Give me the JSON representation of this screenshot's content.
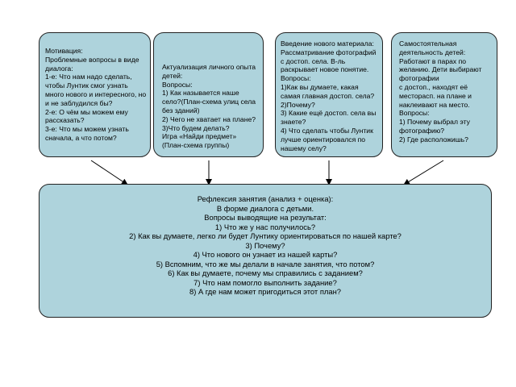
{
  "boxes": {
    "motivation": "Мотивация:\nПроблемные вопросы в виде диалога:\n1-е: Что нам надо сделать, чтобы Лунтик смог узнать много нового и интересного, но и не заблудился бы?\n2-е: О чём мы можем ему рассказать?\n3-е: Что мы можем узнать сначала, а что потом?",
    "actualization": "Актуализация личного опыта детей:\nВопросы:\n1) Как называется наше село?(План-схема улиц села без зданий)\n2) Чего не хватает на плане?\n3)Что будем делать?\nИгра «Найди предмет»\n(План-схема группы)",
    "new_material": "Введение нового материала:\nРассматривание фотографий\n с достоп. села. В-ль раскрывает новое понятие.\nВопросы:\n1)Как вы думаете, какая самая главная достоп. села?\n2)Почему?\n3) Какие ещё достоп. села вы знаете?\n4) Что сделать чтобы Лунтик лучше ориентировался по нашему селу?",
    "independent": "Самостоятельная деятельность детей:\nРаботают в парах по желанию. Дети выбирают фотографии\nс достоп., находят её месторасп. на плане и наклеивают на место.\nВопросы:\n1) Почему выбрал эту фотографию?\n2) Где расположишь?",
    "reflection": "Рефлексия занятия (анализ + оценка):\nВ форме диалога с детьми.\nВопросы выводящие на результат:\n1) Что же у нас получилось?\n2) Как вы думаете, легко ли будет Лунтику ориентироваться по нашей карте?\n3) Почему?\n4) Что нового он узнает из нашей карты?\n5) Вспомним, что же мы делали в начале занятия, что потом?\n6) Как вы думаете, почему мы справились с заданием?\n7) Что нам помогло выполнить задание?\n8) А где нам может пригодиться этот план?"
  },
  "colors": {
    "box_fill": "#aed3dc",
    "border": "#222222",
    "arrow": "#000000"
  }
}
